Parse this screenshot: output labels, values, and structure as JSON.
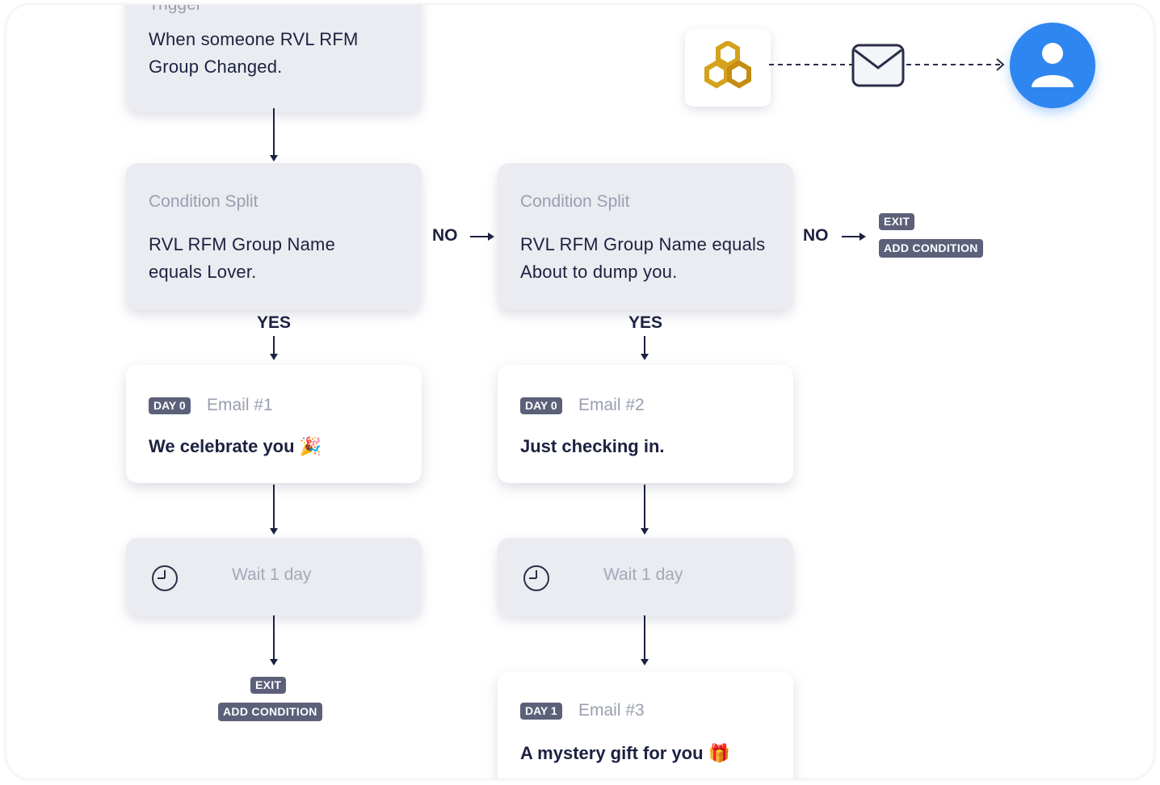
{
  "trigger": {
    "label": "Trigger",
    "text": "When someone RVL RFM Group Changed."
  },
  "split1": {
    "label": "Condition Split",
    "text": "RVL RFM Group Name equals Lover."
  },
  "split2": {
    "label": "Condition Split",
    "text": "RVL RFM Group Name equals About to dump you."
  },
  "branches": {
    "no": "NO",
    "yes": "YES"
  },
  "email1": {
    "day": "DAY 0",
    "label": "Email #1",
    "subject": "We celebrate you 🎉"
  },
  "email2": {
    "day": "DAY 0",
    "label": "Email #2",
    "subject": "Just checking in."
  },
  "email3": {
    "day": "DAY 1",
    "label": "Email #3",
    "subject": "A mystery gift for you 🎁"
  },
  "wait1": {
    "text": "Wait 1 day"
  },
  "wait2": {
    "text": "Wait 1 day"
  },
  "end_actions": {
    "exit": "EXIT",
    "add_condition": "ADD CONDITION"
  },
  "icons": {
    "brand": "honeycomb-logo-icon",
    "mail": "envelope-icon",
    "user": "user-avatar-icon",
    "clock": "clock-icon"
  },
  "colors": {
    "brand_gold": "#d4a21c",
    "avatar_blue": "#2e86f0",
    "badge_bg": "#5c6079",
    "text_dark": "#1c2140"
  }
}
